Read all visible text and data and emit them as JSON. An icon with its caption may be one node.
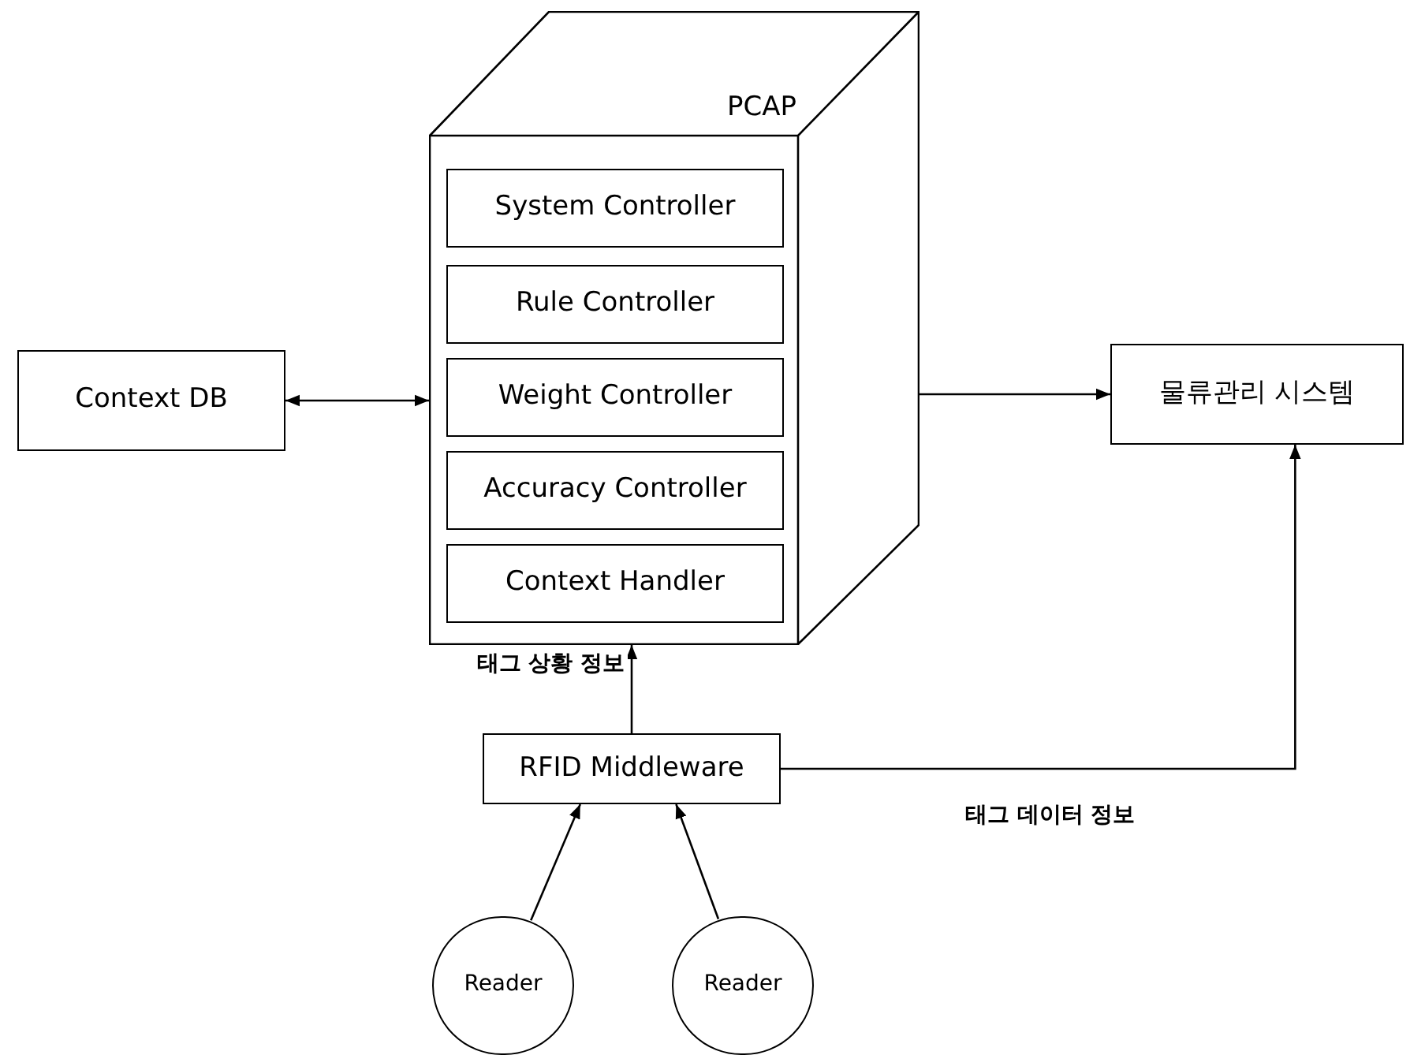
{
  "diagram": {
    "nodes": [
      {
        "text": [
          "Context DB"
        ]
      },
      {
        "text": [
          "PCAP"
        ]
      },
      {
        "text": [
          "System Controller"
        ],
        "in": 1
      },
      {
        "text": [
          "Rule Controller"
        ],
        "in": 1
      },
      {
        "text": [
          "Weight Controller"
        ],
        "in": 1
      },
      {
        "text": [
          "Accuracy Controller"
        ],
        "in": 1
      },
      {
        "text": [
          "Context Handler"
        ],
        "in": 1
      },
      {
        "text": [
          "물류관리 시스템"
        ]
      },
      {
        "text": [
          "RFID Middleware"
        ]
      },
      {
        "text": [
          "Reader"
        ]
      },
      {
        "text": [
          "Reader"
        ]
      }
    ],
    "edges": [
      {
        "from": 0,
        "to": 1,
        "arrow": "both"
      },
      {
        "from": 1,
        "to": 7,
        "arrow": "to"
      },
      {
        "from": 8,
        "to": 1,
        "arrow": "to",
        "label": "태그 상황 정보"
      },
      {
        "from": 8,
        "to": 7,
        "arrow": "to",
        "label": "태그 데이터 정보"
      },
      {
        "from": 9,
        "to": 8,
        "arrow": "to"
      },
      {
        "from": 10,
        "to": 8,
        "arrow": "to"
      }
    ]
  }
}
